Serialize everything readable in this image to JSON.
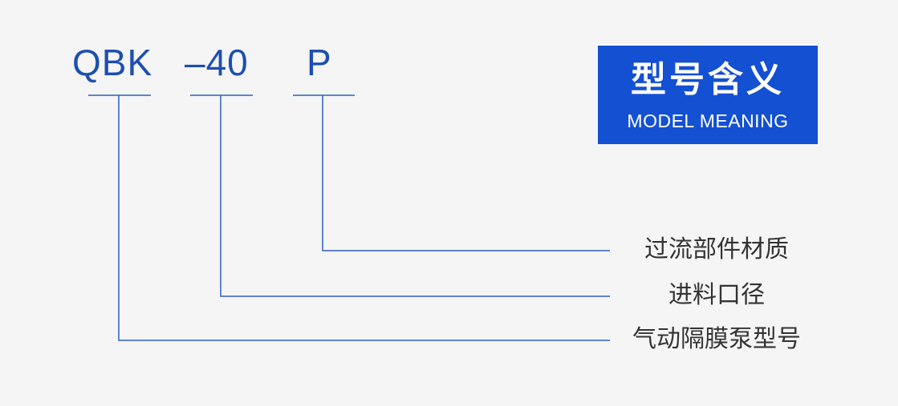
{
  "model_code": {
    "segments": [
      "QBK",
      "–40",
      "P"
    ]
  },
  "descriptions": [
    "过流部件材质",
    "进料口径",
    "气动隔膜泵型号"
  ],
  "badge": {
    "title": "型号含义",
    "subtitle": "MODEL MEANING"
  },
  "colors": {
    "background": "#f5f5f5",
    "code_text": "#1e4fb0",
    "line": "#2d5fc4",
    "badge_bg": "#1450d2",
    "badge_text": "#ffffff",
    "description_text": "#333333"
  }
}
